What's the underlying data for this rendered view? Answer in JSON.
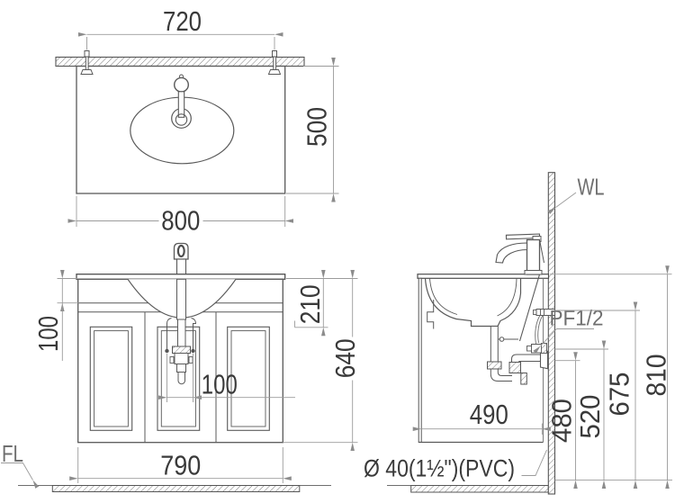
{
  "drawing": {
    "subject": "wall-hung vanity basin installation drawing",
    "views": {
      "top": {
        "dim_720": "720",
        "dim_500": "500",
        "dim_800": "800"
      },
      "front": {
        "dim_100_left": "100",
        "dim_210": "210",
        "dim_640": "640",
        "dim_100_drain": "100",
        "dim_790": "790",
        "label_fl": "FL"
      },
      "side": {
        "dim_490": "490",
        "dim_480": "480",
        "dim_520": "520",
        "dim_675": "675",
        "dim_810": "810",
        "label_wl": "WL",
        "label_pf": "PF1/2",
        "label_drain": "Ø 40(1½\")(PVC)"
      }
    }
  }
}
